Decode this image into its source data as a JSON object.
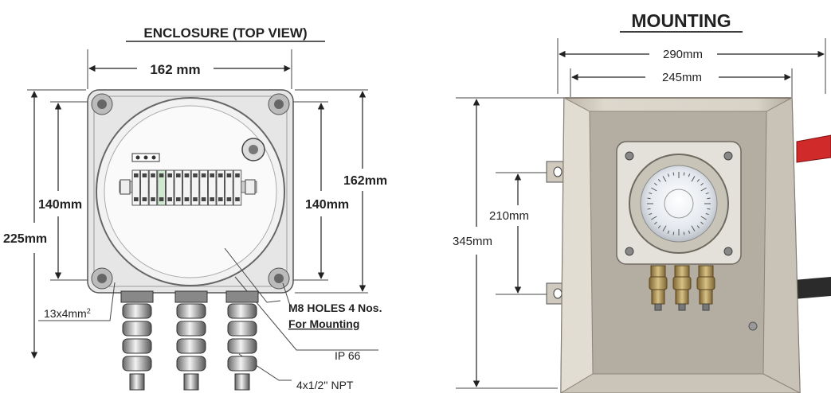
{
  "left": {
    "title": "ENCLOSURE (TOP VIEW)",
    "dim_width_top": "162 mm",
    "dim_height_left_outer": "225mm",
    "dim_height_left_inner": "140mm",
    "dim_height_right_inner": "140mm",
    "dim_height_right_outer": "162mm",
    "callout_wire": "13x4mm",
    "callout_wire_sup": "2",
    "callout_holes_line1": "M8 HOLES 4 Nos.",
    "callout_holes_line2": "For Mounting",
    "callout_ip": "IP 66",
    "callout_npt": "4x1/2'' NPT"
  },
  "right": {
    "title": "MOUNTING",
    "dim_width_outer": "290mm",
    "dim_width_inner": "245mm",
    "dim_height_holes": "210mm",
    "dim_height_total": "345mm"
  },
  "colors": {
    "enclosure_body": "#e6e6e6",
    "canopy_metal": "#d5cfc4",
    "dial_face": "#eef0f4",
    "brass": "#b59a5a",
    "red_strap": "#d02a2a"
  }
}
